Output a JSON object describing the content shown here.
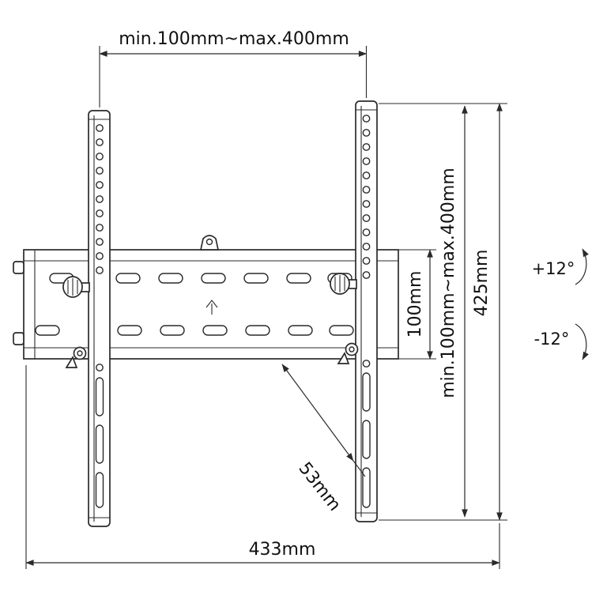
{
  "labels": {
    "top_width": "min.100mm~max.400mm",
    "vesa_vertical_range": "min.100mm~max.400mm",
    "plate_height": "100mm",
    "bracket_height": "425mm",
    "depth": "53mm",
    "total_width": "433mm",
    "tilt_up": "+12°",
    "tilt_down": "-12°"
  },
  "colors": {
    "line": "#2a2a2a",
    "text": "#111111",
    "background": "#ffffff"
  }
}
